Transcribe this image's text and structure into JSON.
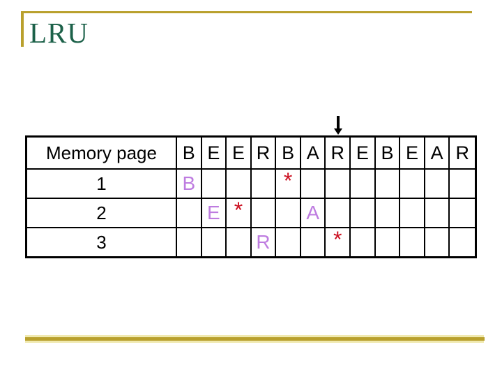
{
  "slide": {
    "title": "LRU",
    "colors": {
      "accent_gold": "#B9A02D",
      "accent_gold_light": "#F0E9B0",
      "title_green": "#1C6149",
      "table_border_black": "#000000",
      "page_letter_purple": "#BE7CE0",
      "star_red": "#CC1122",
      "background": "#FFFFFF"
    }
  },
  "arrow": {
    "direction": "down",
    "points_to_column": 7
  },
  "table": {
    "header_label": "Memory page",
    "reference_string": [
      "B",
      "E",
      "E",
      "R",
      "B",
      "A",
      "R",
      "E",
      "B",
      "E",
      "A",
      "R"
    ],
    "rows": [
      {
        "label": "1",
        "cells": [
          "B",
          "",
          "",
          "",
          "*",
          "",
          "",
          "",
          "",
          "",
          "",
          ""
        ]
      },
      {
        "label": "2",
        "cells": [
          "",
          "E",
          "*",
          "",
          "",
          "A",
          "",
          "",
          "",
          "",
          "",
          ""
        ]
      },
      {
        "label": "3",
        "cells": [
          "",
          "",
          "",
          "R",
          "",
          "",
          "*",
          "",
          "",
          "",
          "",
          ""
        ]
      }
    ]
  }
}
